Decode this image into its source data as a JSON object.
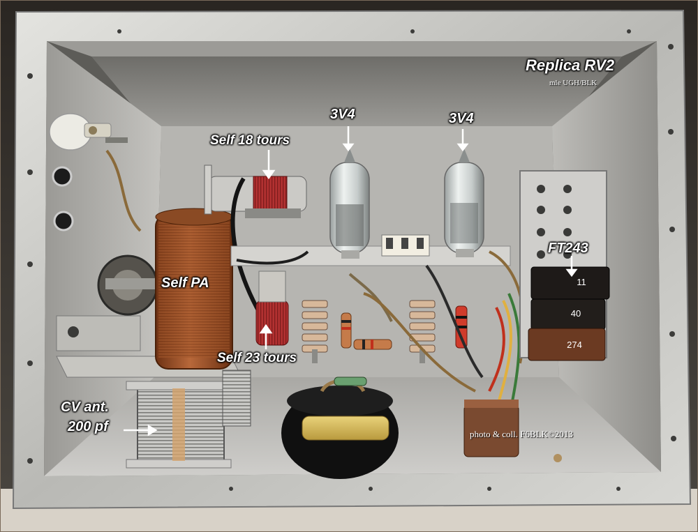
{
  "labels": {
    "title": "Replica RV2",
    "subtitle": "mle UGH/BLK",
    "tube_left": "3V4",
    "tube_right": "3V4",
    "self_18": "Self 18 tours",
    "self_pa": "Self PA",
    "self_23": "Self 23 tours",
    "ft243": "FT243",
    "cv_ant_line1": "CV ant.",
    "cv_ant_line2": "200 pf",
    "credit": "photo & coll. F6BLK©2013"
  },
  "crystals": [
    "11",
    "40",
    "274"
  ],
  "colors": {
    "chassis": "#c9c9c6",
    "chassis_dark": "#8f8f8c",
    "label_text": "#ffffff",
    "coil_copper": "#9a4e26",
    "coil_red": "#a82a2a",
    "crystal_black": "#1e1a18",
    "crystal_brown": "#6b3a22"
  }
}
